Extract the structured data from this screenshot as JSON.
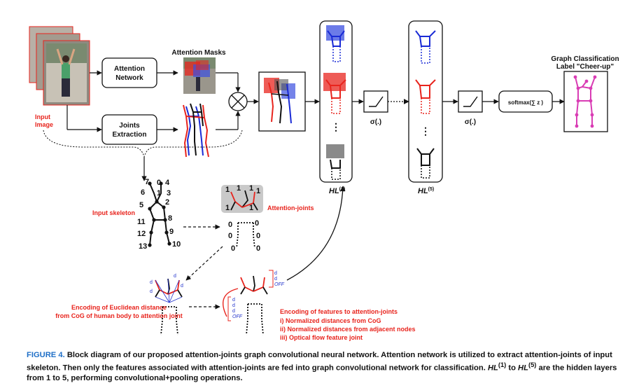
{
  "labels": {
    "input_image": [
      "Input",
      "Image"
    ],
    "attention_network": [
      "Attention",
      "Network"
    ],
    "attention_masks": "Attention  Masks",
    "joints_extraction": [
      "Joints",
      "Extraction"
    ],
    "input_skeleton": "Input skeleton",
    "attention_joints": "Attention-joints",
    "sigma_1": "σ(.)",
    "sigma_2": "σ(.)",
    "softmax": "softmax(∑ z )",
    "hl1_base": "HL",
    "hl1_sup": "(1)",
    "hl5_base": "HL",
    "hl5_sup": "(5)",
    "graph_label": [
      "Graph Classification",
      "Label \"Cheer-up\""
    ],
    "euclid_encoding": [
      "Encoding of Euclidean distance",
      "from CoG of human body to attention joint"
    ],
    "features_title": "Encoding of features to attention-joints",
    "features_list": [
      "i)    Normalized distances from CoG",
      "ii)   Normalized distances from adjacent nodes",
      "iii)  Optical flow feature joint"
    ],
    "skeleton_numbers": [
      "7",
      "0",
      "4",
      "6",
      "1",
      "3",
      "5",
      "2",
      "8",
      "11",
      "12",
      "9",
      "13",
      "10"
    ],
    "attention_joint_values": [
      "1",
      "1",
      "1",
      "1",
      "1",
      "1",
      "0",
      "0",
      "0",
      "0",
      "0",
      "0"
    ],
    "distance_labels": [
      "d",
      "d",
      "d",
      "d"
    ],
    "feature_labels_top": [
      "d",
      "d",
      "OFF"
    ],
    "feature_labels_left": [
      "d",
      "d",
      "d",
      "OFF"
    ]
  },
  "caption": {
    "figure_no": "FIGURE 4.",
    "text": "Block diagram of our proposed attention-joints graph convolutional neural network. Attention network is utilized to extract attention-joints of input skeleton. Then only the features associated with attention-joints are fed into graph convolutional network for classification.",
    "hl_a": "HL",
    "hl_a_sup": "(1)",
    "to": " to ",
    "hl_b": "HL",
    "hl_b_sup": "(5)",
    "text_end": " are the hidden layers from 1 to 5, performing convolutional+pooling operations."
  },
  "colors": {
    "red": "#e8241d",
    "blue": "#1a2bd6",
    "magenta": "#d93cb4",
    "gray_box": "#c9c9c9",
    "caption_blue": "#1f6fc7"
  }
}
